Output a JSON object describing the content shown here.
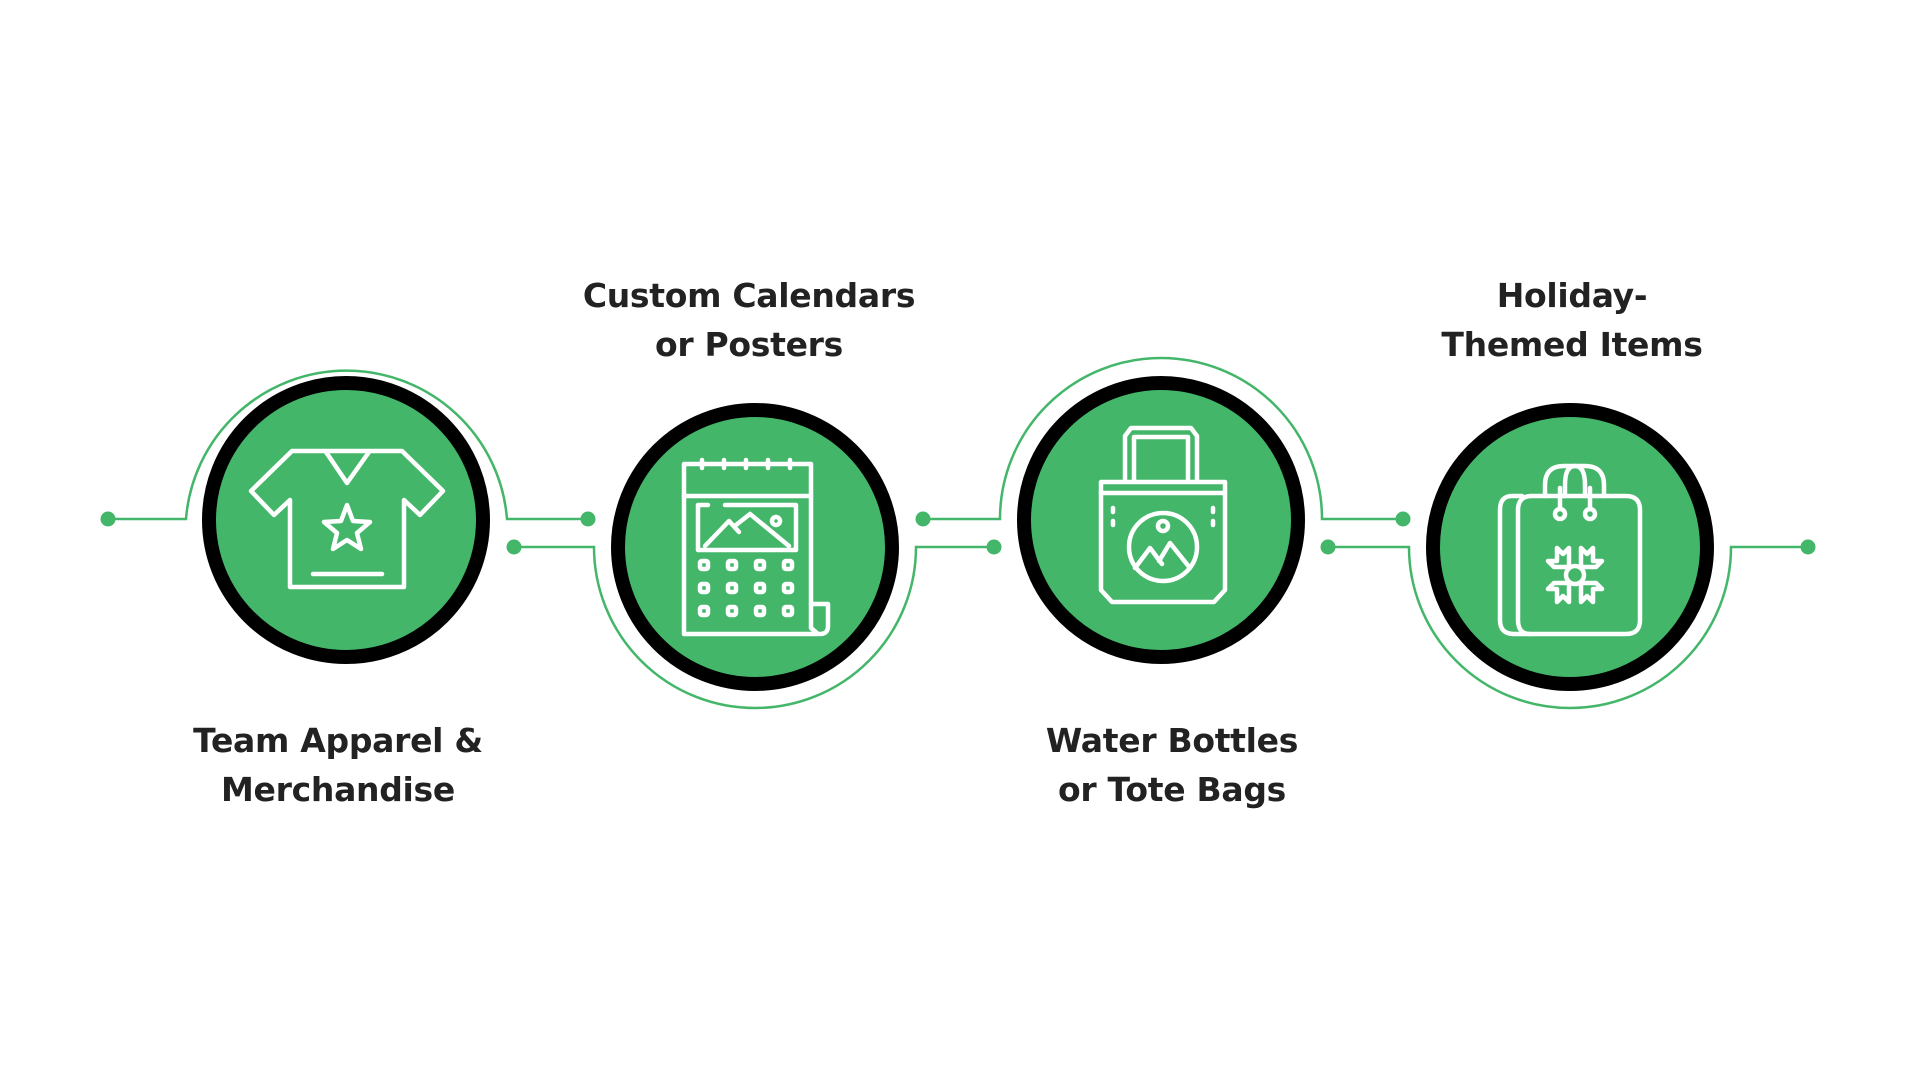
{
  "colors": {
    "accent_green": "#43B66A",
    "ring_black": "#000000",
    "text_dark": "#222222",
    "icon_white": "#FFFFFF",
    "background": "#FFFFFF"
  },
  "items": [
    {
      "id": "team-apparel",
      "icon": "t-shirt-star-icon",
      "label_lines": [
        "Team Apparel &",
        "Merchandise"
      ],
      "label_position": "below",
      "arc": "top"
    },
    {
      "id": "custom-calendars",
      "icon": "calendar-image-icon",
      "label_lines": [
        "Custom Calendars",
        "or Posters"
      ],
      "label_position": "above",
      "arc": "bottom"
    },
    {
      "id": "water-bottles",
      "icon": "tote-bag-image-icon",
      "label_lines": [
        "Water Bottles",
        "or Tote Bags"
      ],
      "label_position": "below",
      "arc": "top"
    },
    {
      "id": "holiday-items",
      "icon": "gift-bag-snowflake-icon",
      "label_lines": [
        "Holiday-",
        "Themed Items"
      ],
      "label_position": "above",
      "arc": "bottom"
    }
  ]
}
